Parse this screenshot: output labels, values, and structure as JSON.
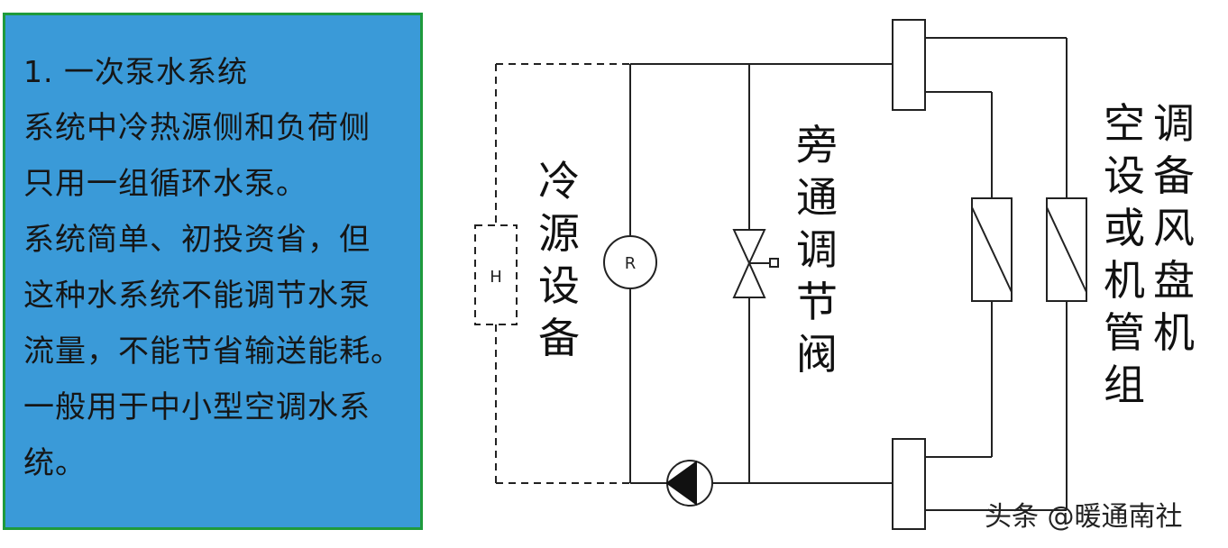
{
  "panel": {
    "lines": [
      "1. 一次泵水系统",
      "系统中冷热源侧和负荷侧",
      "只用一组循环水泵。",
      "系统简单、初投资省，但",
      "这种水系统不能调节水泵",
      "流量，不能节省输送能耗。",
      "一般用于中小型空调水系",
      "统。"
    ],
    "bg_color": "#3a9ad8",
    "border_color": "#1f9a3c"
  },
  "diagram": {
    "heater_symbol": "H",
    "chiller_symbol": "R",
    "labels": {
      "chiller": "冷源设备",
      "bypass_valve": "旁通调节阀",
      "terminal_col1": "空设或机管组",
      "terminal_col2": "调备风盘机"
    }
  },
  "watermark": "头条 @暖通南社",
  "icons": [
    "pump-icon",
    "valve-icon",
    "chiller-icon",
    "heater-icon",
    "coil-icon",
    "header-icon"
  ]
}
